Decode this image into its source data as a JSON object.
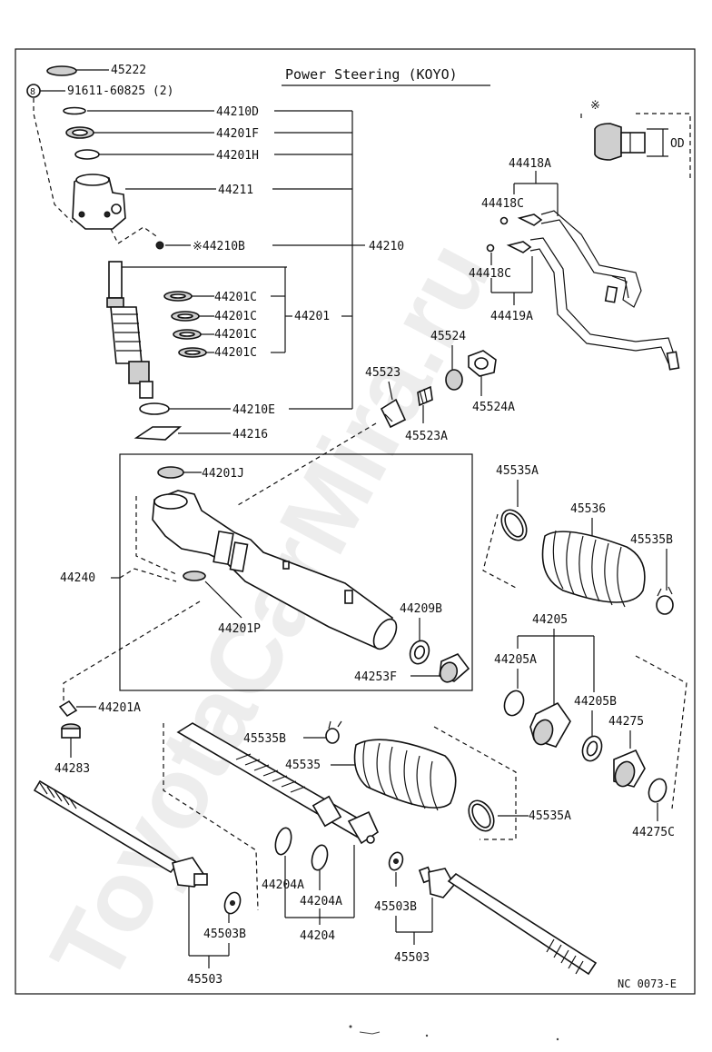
{
  "title": "Power Steering (KOYO)",
  "watermark": "ToyotaCarMira.ru",
  "diagram_code": "NC 0073-E",
  "inset": {
    "mark": "※",
    "dim_label": "OD"
  },
  "labels": {
    "p45222": "45222",
    "p91611": "91611-60825 (2)",
    "bolt_marker": "8",
    "p44210D": "44210D",
    "p44201F": "44201F",
    "p44201H": "44201H",
    "p44211": "44211",
    "p44210B": "※44210B",
    "p44210": "44210",
    "p44201C_1": "44201C",
    "p44201C_2": "44201C",
    "p44201C_3": "44201C",
    "p44201C_4": "44201C",
    "p44201": "44201",
    "p44210E": "44210E",
    "p44216": "44216",
    "p44418A": "44418A",
    "p44418C_1": "44418C",
    "p44418C_2": "44418C",
    "p44419A": "44419A",
    "p45524": "45524",
    "p45523": "45523",
    "p45524A": "45524A",
    "p45523A": "45523A",
    "p44201J": "44201J",
    "p44240": "44240",
    "p44201P": "44201P",
    "p44209B": "44209B",
    "p44253F": "44253F",
    "p45535A_top": "45535A",
    "p45536": "45536",
    "p45535B_right": "45535B",
    "p44205": "44205",
    "p44205A": "44205A",
    "p44205B": "44205B",
    "p44275": "44275",
    "p44275C": "44275C",
    "p44201A": "44201A",
    "p44283": "44283",
    "p45535B_mid": "45535B",
    "p45535": "45535",
    "p45535A_bot": "45535A",
    "p44204A_1": "44204A",
    "p44204A_2": "44204A",
    "p44204": "44204",
    "p45503B_left": "45503B",
    "p45503_left": "45503",
    "p45503B_right": "45503B",
    "p45503_right": "45503"
  }
}
